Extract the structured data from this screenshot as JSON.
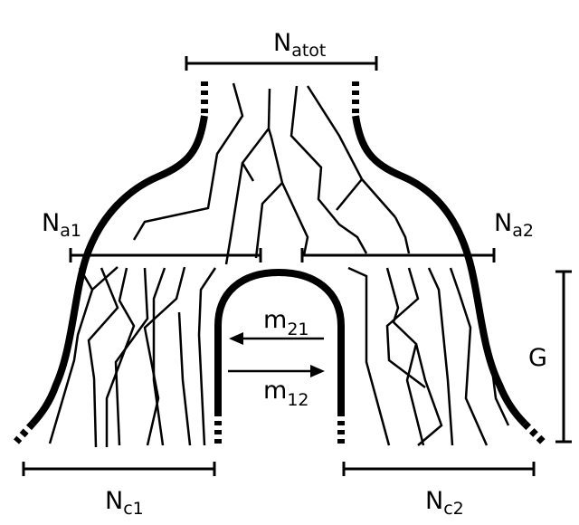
{
  "labels": {
    "n_atot": {
      "main": "N",
      "sub": "atot"
    },
    "n_a1": {
      "main": "N",
      "sub": "a1"
    },
    "n_a2": {
      "main": "N",
      "sub": "a2"
    },
    "n_c1": {
      "main": "N",
      "sub": "c1"
    },
    "n_c2": {
      "main": "N",
      "sub": "c2"
    },
    "m21": {
      "main": "m",
      "sub": "21"
    },
    "m12": {
      "main": "m",
      "sub": "12"
    },
    "g": "G"
  },
  "colors": {
    "stroke": "#000000",
    "background": "#ffffff"
  }
}
